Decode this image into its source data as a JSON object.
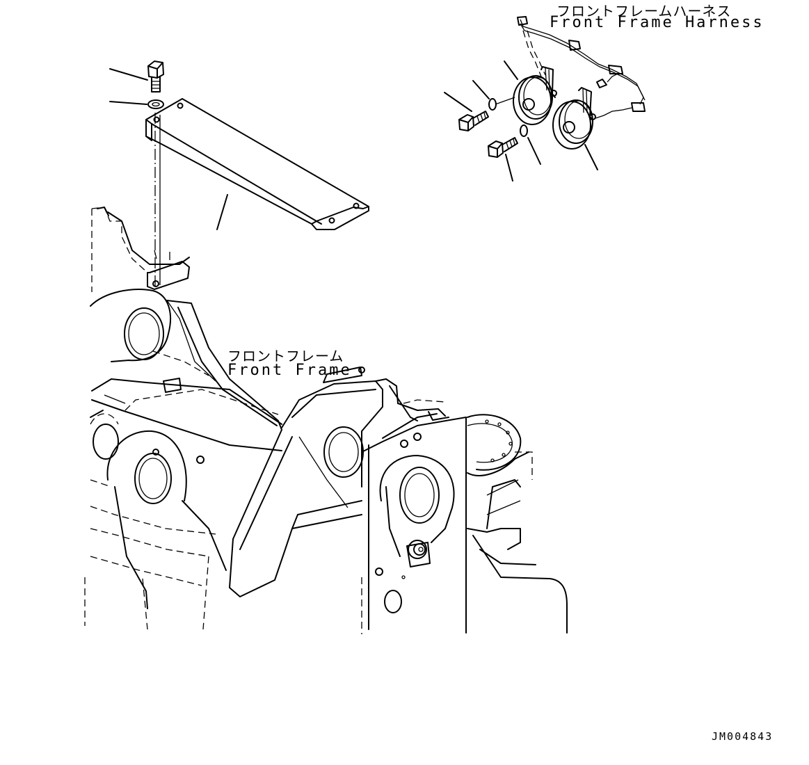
{
  "labels": {
    "harness_jp": "フロントフレームハーネス",
    "harness_en": "Front Frame Harness",
    "frame_jp": "フロントフレーム",
    "frame_en": "Front Frame",
    "drawing_ref": "JM004843"
  },
  "parts": [
    {
      "name": "bolt",
      "leader": true
    },
    {
      "name": "washer",
      "leader": true
    },
    {
      "name": "cover-plate",
      "leader": true
    },
    {
      "name": "horn",
      "leader": true
    },
    {
      "name": "horn",
      "leader": true
    },
    {
      "name": "harness",
      "leader": false
    }
  ],
  "colors": {
    "line": "#000000",
    "background": "#ffffff"
  }
}
